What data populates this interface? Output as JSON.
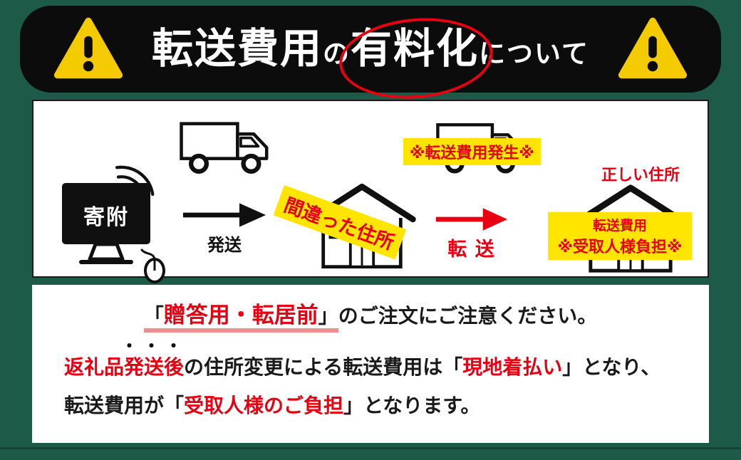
{
  "colors": {
    "page_background": "#1d5a48",
    "banner_background": "#0c0c0c",
    "warning_yellow": "#f3cb00",
    "accent_red": "#e60012",
    "label_yellow": "#ffe500",
    "underline_pink": "#ef8e8e"
  },
  "banner": {
    "segments": {
      "pre": "転送費用",
      "particle": "の",
      "circled": "有料化",
      "post": "について"
    }
  },
  "diagram": {
    "monitor_text": "寄附",
    "shipping_label": "発送",
    "wrong_address": "間違った住所",
    "forward_label": "転 送",
    "fee_notice": "※転送費用発生※",
    "correct_address": "正しい住所",
    "recipient_fee_line1": "転送費用",
    "recipient_fee_line2": "※受取人様負担※"
  },
  "notice": {
    "line1": {
      "open": "「",
      "highlight": "贈答用・転居前",
      "close": "」",
      "rest": "のご注文にご注意ください。"
    },
    "line2": {
      "red_head": "返礼品",
      "dots": "・・・",
      "red_dotted": "発送後",
      "mid": "の住所変更による転送費用は",
      "open": "「",
      "red_fee": "現地着払い",
      "close": "」",
      "tail": "となり、"
    },
    "line3": {
      "head": "転送費用が",
      "open": "「",
      "red": "受取人様のご負担",
      "close": "」",
      "tail": "となります。"
    }
  }
}
